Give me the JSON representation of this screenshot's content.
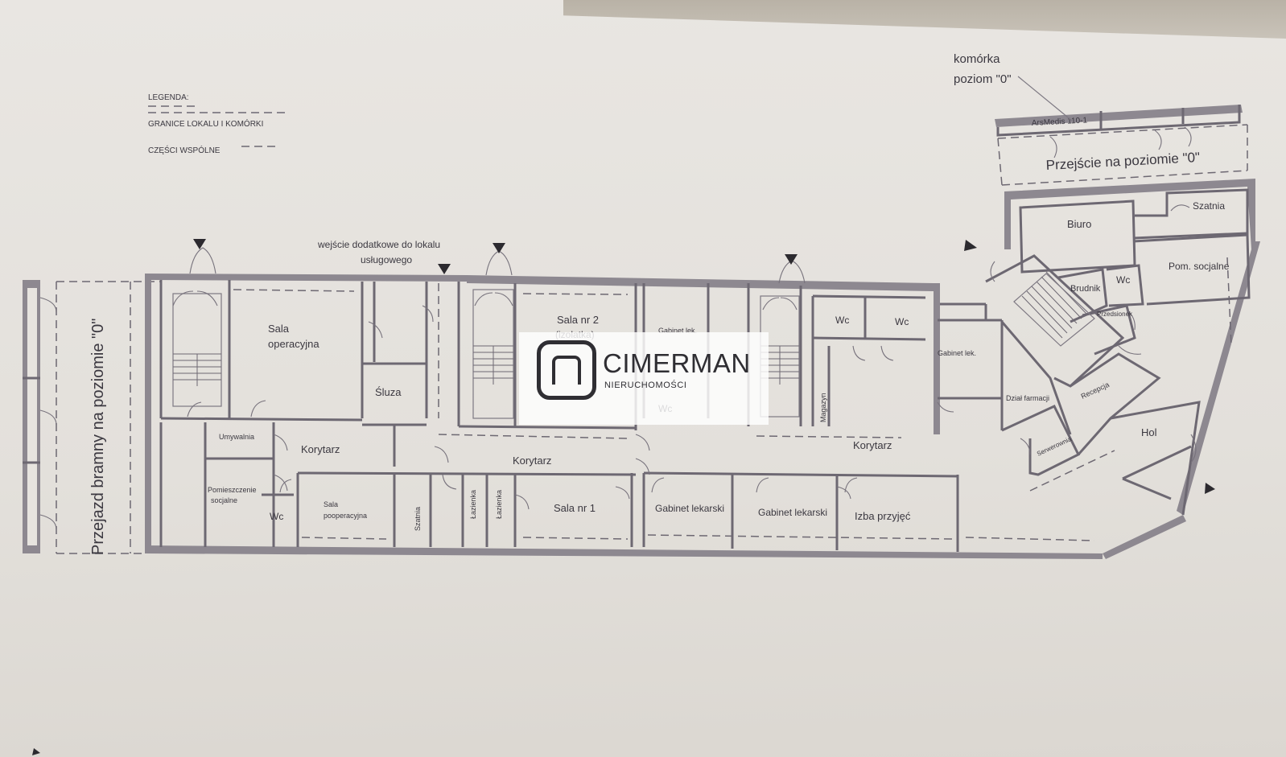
{
  "legend": {
    "title": "LEGENDA:",
    "items": [
      "GRANICE LOKALU I KOMÓRKI",
      "CZĘŚCI WSPÓLNE"
    ]
  },
  "annotations": {
    "storage": "komórka",
    "storage_level": "poziom \"0\"",
    "extra_entrance_line1": "wejście dodatkowe do lokalu",
    "extra_entrance_line2": "usługowego",
    "passage_level0": "Przejście na poziomie \"0\"",
    "gateway_passage": "Przejazd bramny na poziomie \"0\"",
    "unit_ref": "ArsMedis 110-1"
  },
  "rooms": {
    "sala_operacyjna_1": "Sala",
    "sala_operacyjna_2": "operacyjna",
    "sluza": "Śluza",
    "korytarz_1": "Korytarz",
    "korytarz_2": "Korytarz",
    "korytarz_3": "Korytarz",
    "umywalnia": "Umywalnia",
    "pomieszczenie_1": "Pomieszczenie",
    "pomieszczenie_2": "socjalne",
    "wc_1": "Wc",
    "sala_pooperacyjna_1": "Sala",
    "sala_pooperacyjna_2": "pooperacyjna",
    "szatnia_1": "Szatnia",
    "lazienka_1": "Łazienka",
    "lazienka_2": "Łazienka",
    "sala_nr1": "Sala nr 1",
    "sala_nr2": "Sala nr 2",
    "izolatka": "(izolatka)",
    "gabinet_lek_1": "Gabinet lek.",
    "wc_2": "Wc",
    "gabinet_lekarski_1": "Gabinet lekarski",
    "gabinet_lekarski_2": "Gabinet lekarski",
    "izba_przyjec": "Izba przyjęć",
    "wc_3": "Wc",
    "wc_4": "Wc",
    "magazyn": "Magazyn",
    "gabinet_lek_2": "Gabinet lek.",
    "dzial_farmacji": "Dział farmacji",
    "recepcja": "Recepcja",
    "serwerownia": "Serwerownia",
    "hol": "Hol",
    "biuro": "Biuro",
    "szatnia_2": "Szatnia",
    "pom_socjalne": "Pom. socjalne",
    "brudnik": "Brudnik",
    "wc_5": "Wc",
    "przedsionek": "Przedsionek"
  },
  "watermark": {
    "brand": "CIMERMAN",
    "subtitle": "NIERUCHOMOŚCI"
  }
}
